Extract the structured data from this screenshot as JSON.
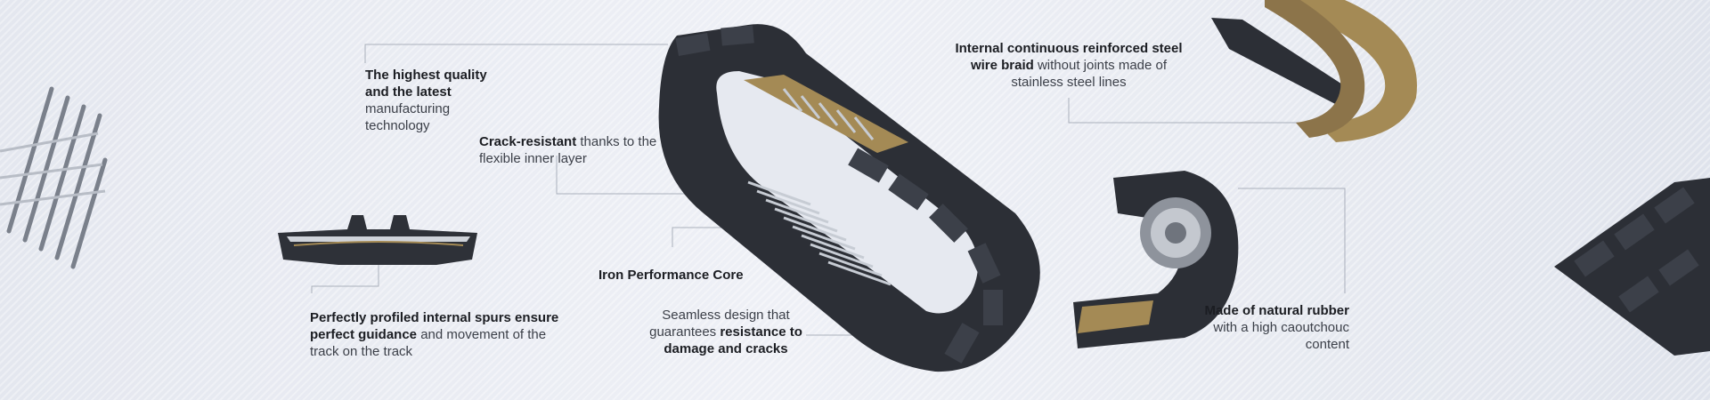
{
  "callouts": {
    "quality": {
      "bold": "The highest quality and the latest",
      "rest": "manufacturing technology"
    },
    "crack": {
      "bold": "Crack-resistant",
      "rest": " thanks to the flexible inner layer"
    },
    "core": {
      "bold": "Iron Performance Core"
    },
    "seamless": {
      "pre": "Seamless design that guarantees ",
      "bold": "resistance to damage and cracks"
    },
    "spurs": {
      "bold": "Perfectly profiled internal spurs ensure perfect guidance",
      "rest": " and movement of the track on the track"
    },
    "braid": {
      "bold": "Internal continuous reinforced steel wire braid",
      "rest": " without joints made of stainless steel lines"
    },
    "rubber": {
      "bold": "Made of natural rubber",
      "rest": " with a high caoutchouc content"
    }
  },
  "colors": {
    "rubber": "#2c2f36",
    "rubber_light": "#3c4049",
    "steel": "#b9bec7",
    "braid": "#a48a55",
    "line": "#aab0bb"
  }
}
